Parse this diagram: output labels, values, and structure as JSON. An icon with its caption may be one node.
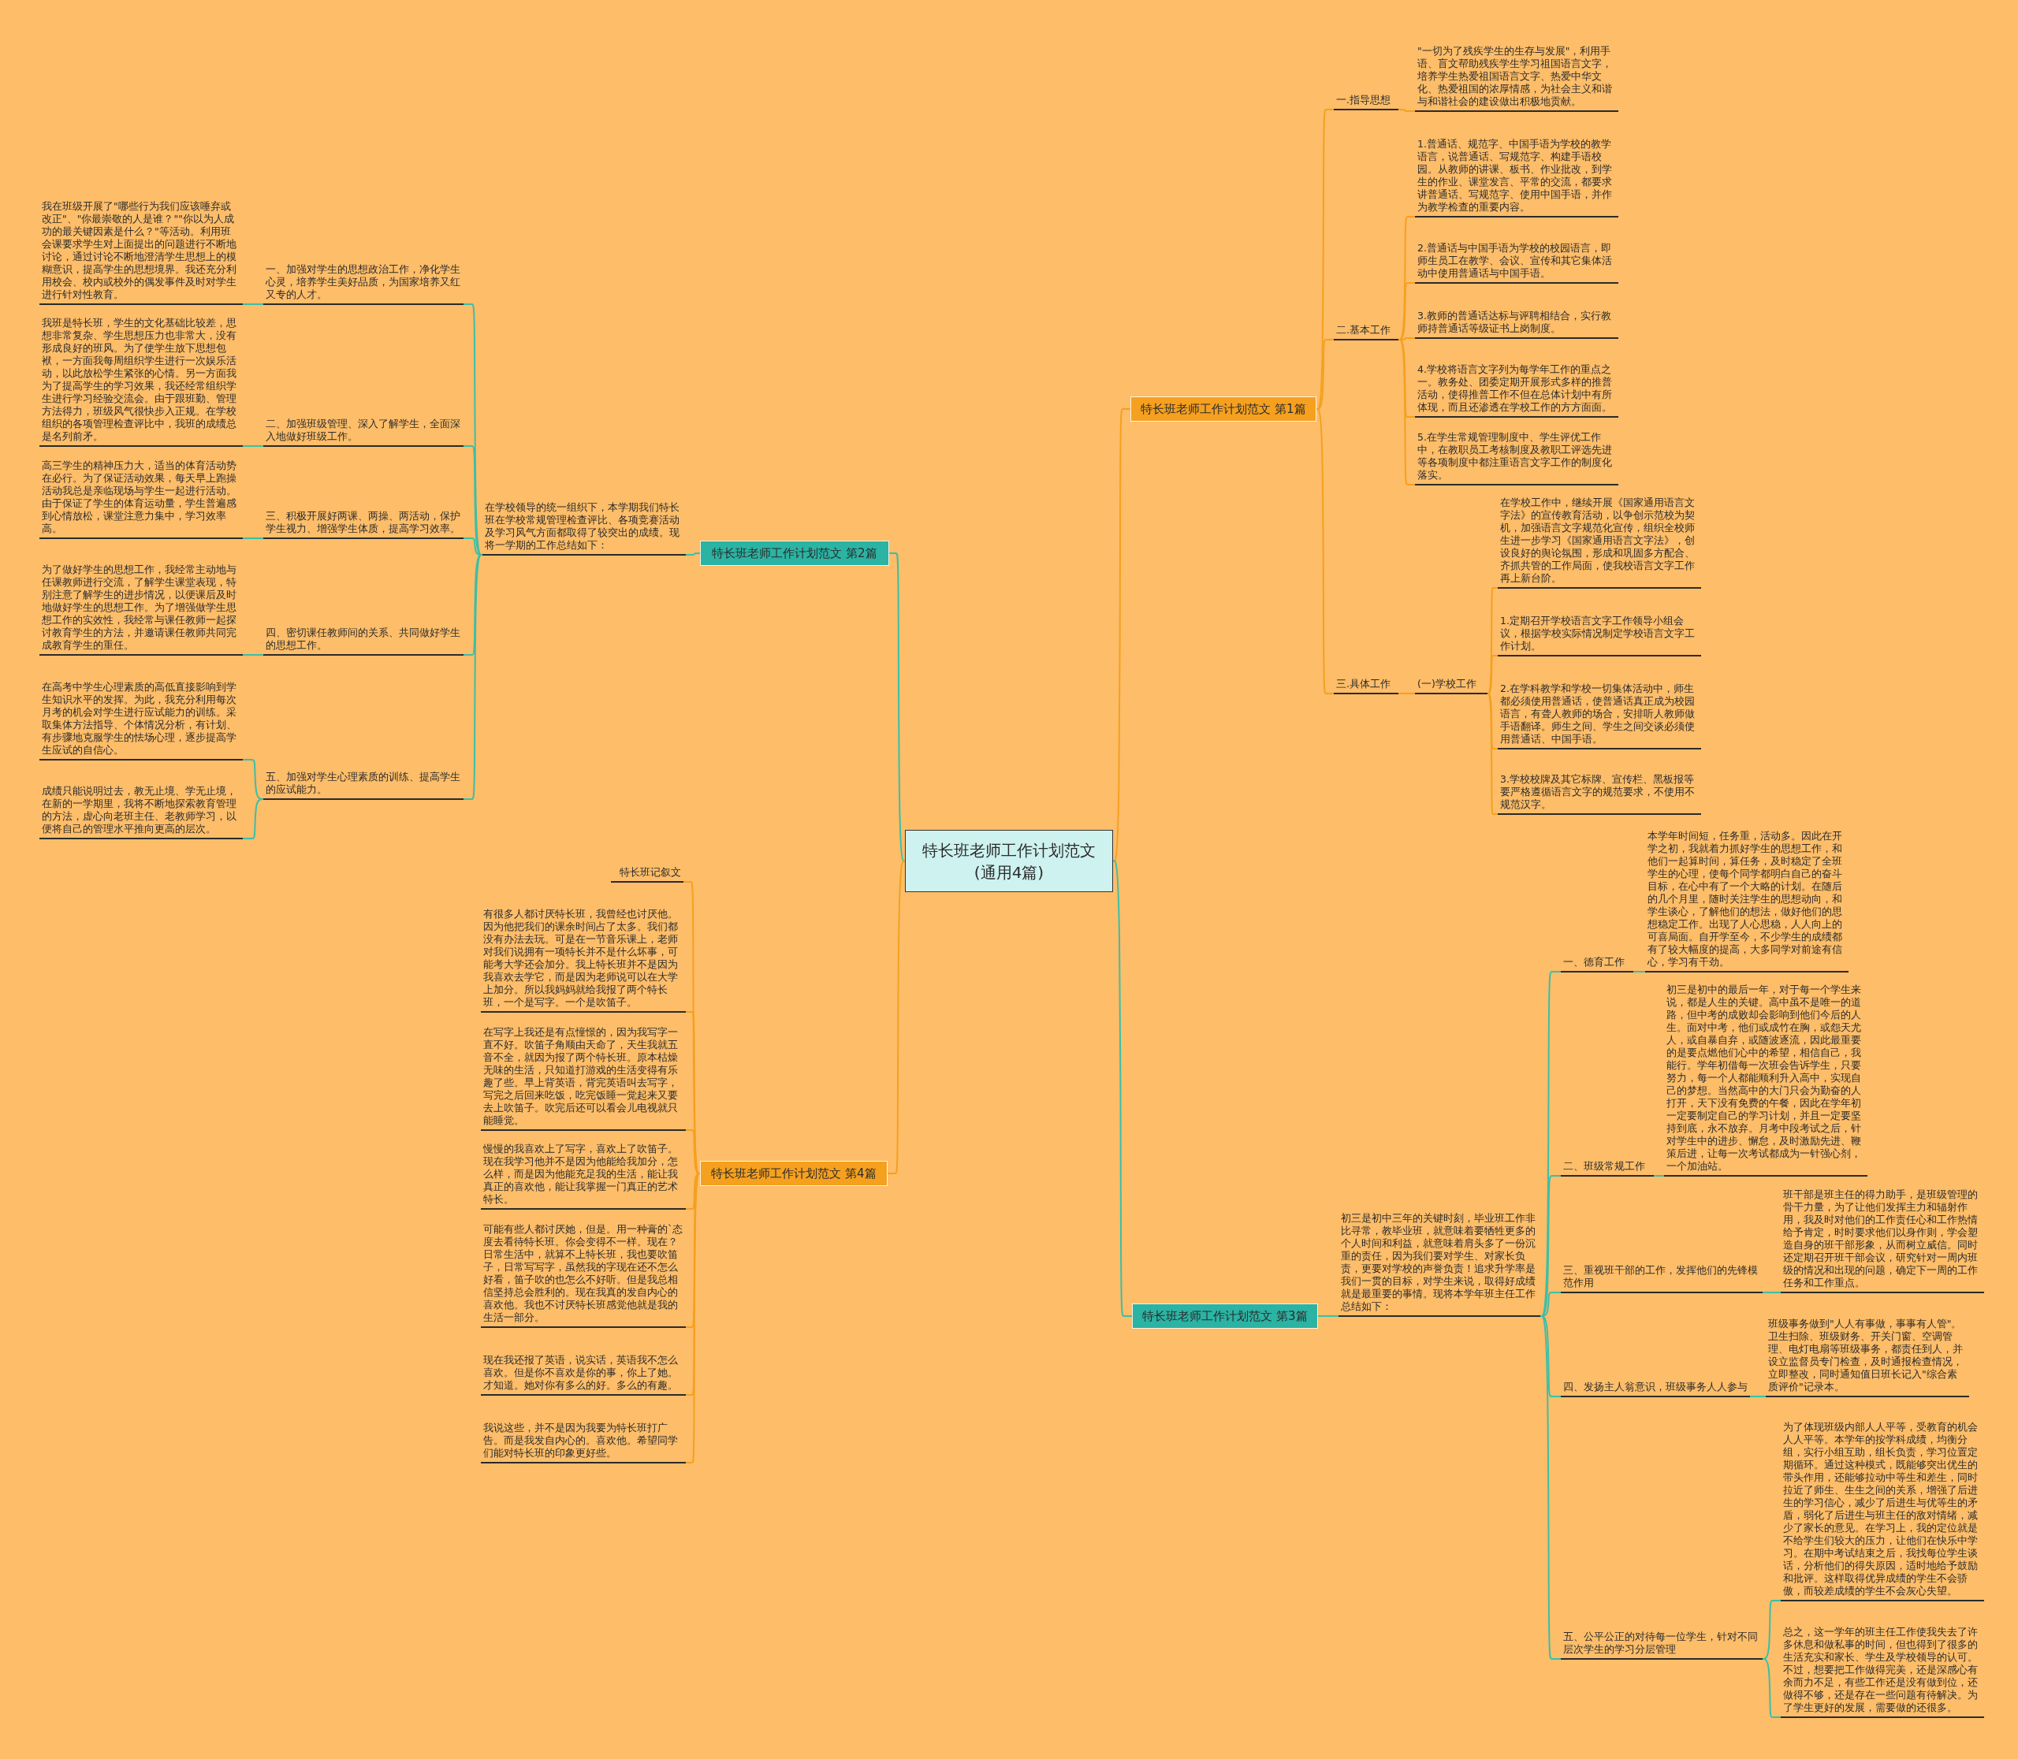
{
  "diagram": {
    "nodes": [
      {
        "text": [
          "特长班老师工作计划范文(通用4篇)"
        ]
      },
      {
        "text": [
          "特长班老师工作计划范文 第1篇"
        ]
      },
      {
        "text": [
          "一.指导思想"
        ]
      },
      {
        "text": [
          "\"一切为了残疾学生的生存与发展\"，利用手语、盲文帮助残疾学生学习祖国语言文字，培养学生热爱祖国语言文字、热爱中华文化、热爱祖国的浓厚情感，为社会主义和谐与和谐社会的建设做出积极地贡献。"
        ]
      },
      {
        "text": [
          "二.基本工作"
        ]
      },
      {
        "text": [
          "1.普通话、规范字、中国手语为学校的教学语言，说普通话、写规范字、构建手语校园。从教师的讲课、板书、作业批改，到学生的作业、课堂发言、平常的交流，都要求讲普通话、写规范字、使用中国手语，并作为教学检查的重要内容。"
        ]
      },
      {
        "text": [
          "2.普通话与中国手语为学校的校园语言，即师生员工在教学、会议、宣传和其它集体活动中使用普通话与中国手语。"
        ]
      },
      {
        "text": [
          "3.教师的普通话达标与评聘相结合，实行教师持普通话等级证书上岗制度。"
        ]
      },
      {
        "text": [
          "4.学校将语言文字列为每学年工作的重点之一。教务处、团委定期开展形式多样的推普活动，使得推普工作不但在总体计划中有所体现，而且还渗透在学校工作的方方面面。"
        ]
      },
      {
        "text": [
          "5.在学生常规管理制度中、学生评优工作中，在教职员工考核制度及教职工评选先进等各项制度中都注重语言文字工作的制度化落实。"
        ]
      },
      {
        "text": [
          "三.具体工作"
        ]
      },
      {
        "text": [
          "(一)学校工作"
        ]
      },
      {
        "text": [
          "在学校工作中，继续开展《国家通用语言文字法》的宣传教育活动，以争创示范校为契机，加强语言文字规范化宣传，组织全校师生进一步学习《国家通用语言文字法》，创设良好的舆论氛围，形成和巩固多方配合、齐抓共管的工作局面，使我校语言文字工作再上新台阶。"
        ]
      },
      {
        "text": [
          "1.定期召开学校语言文字工作领导小组会议，根据学校实际情况制定学校语言文字工作计划。"
        ]
      },
      {
        "text": [
          "2.在学科教学和学校一切集体活动中，师生都必须使用普通话，使普通话真正成为校园语言，有聋人教师的场合，安排听人教师做手语翻译。师生之间、学生之间交谈必须使用普通话、中国手语。"
        ]
      },
      {
        "text": [
          "3.学校校牌及其它标牌、宣传栏、黑板报等要严格遵循语言文字的规范要求，不使用不规范汉字。"
        ]
      },
      {
        "text": [
          "特长班老师工作计划范文 第2篇"
        ]
      },
      {
        "text": [
          "在学校领导的统一组织下，本学期我们特长班在学校常规管理检查评比、各项竞赛活动及学习风气方面都取得了较突出的成绩。现将一学期的工作总结如下："
        ]
      },
      {
        "text": [
          "一、加强对学生的思想政治工作，净化学生心灵，培养学生美好品质，为国家培养又红又专的人才。"
        ]
      },
      {
        "text": [
          "我在班级开展了\"哪些行为我们应该唾弃或改正\"、\"你最崇敬的人是谁？\"\"你以为人成功的最关键因素是什么？\"等活动。利用班会课要求学生对上面提出的问题进行不断地讨论，通过讨论不断地澄清学生思想上的模糊意识，提高学生的思想境界。我还充分利用校会、校内或校外的偶发事件及时对学生进行针对性教育。"
        ]
      },
      {
        "text": [
          "二、加强班级管理、深入了解学生，全面深入地做好班级工作。"
        ]
      },
      {
        "text": [
          "我班是特长班，学生的文化基础比较差，思想非常复杂、学生思想压力也非常大，没有形成良好的班风。为了使学生放下思想包袱，一方面我每周组织学生进行一次娱乐活动，以此放松学生紧张的心情。另一方面我为了提高学生的学习效果，我还经常组织学生进行学习经验交流会。由于跟班勤、管理方法得力，班级风气很快步入正规。在学校组织的各项管理检查评比中，我班的成绩总是名列前矛。"
        ]
      },
      {
        "text": [
          "三、积极开展好两课、两操、两活动，保护学生视力、增强学生体质，提高学习效率。"
        ]
      },
      {
        "text": [
          "高三学生的精神压力大，适当的体育活动势在必行。为了保证活动效果，每天早上跑操活动我总是亲临现场与学生一起进行活动。由于保证了学生的体育运动量，学生普遍感到心情放松，课堂注意力集中，学习效率高。"
        ]
      },
      {
        "text": [
          "四、密切课任教师间的关系、共同做好学生的思想工作。"
        ]
      },
      {
        "text": [
          "为了做好学生的思想工作，我经常主动地与任课教师进行交流，了解学生课堂表现，特别注意了解学生的进步情况，以便课后及时地做好学生的思想工作。为了增强做学生思想工作的实效性，我经常与课任教师一起探讨教育学生的方法，并邀请课任教师共同完成教育学生的重任。"
        ]
      },
      {
        "text": [
          "五、加强对学生心理素质的训练、提高学生的应试能力。"
        ]
      },
      {
        "text": [
          "在高考中学生心理素质的高低直接影响到学生知识水平的发挥。为此，我充分利用每次月考的机会对学生进行应试能力的训练。采取集体方法指导、个体情况分析，有计划、有步骤地克服学生的怯场心理，逐步提高学生应试的自信心。"
        ]
      },
      {
        "text": [
          "成绩只能说明过去，教无止境、学无止境，在新的一学期里，我将不断地探索教育管理的方法，虚心向老班主任、老教师学习，以便将自己的管理水平推向更高的层次。"
        ]
      },
      {
        "text": [
          "特长班老师工作计划范文 第4篇"
        ]
      },
      {
        "text": [
          "特长班记叙文"
        ]
      },
      {
        "text": [
          "有很多人都讨厌特长班，我曾经也讨厌他。因为他把我们的课余时间占了太多。我们都没有办法去玩。可是在一节音乐课上，老师对我们说拥有一项特长并不是什么坏事，可能考大学还会加分。我上特长班并不是因为我喜欢去学它，而是因为老师说可以在大学上加分。所以我妈妈就给我报了两个特长班，一个是写字。一个是吹笛子。"
        ]
      },
      {
        "text": [
          "在写字上我还是有点憧憬的，因为我写字一直不好。吹笛子角顺由天命了，天生我就五音不全，就因为报了两个特长班。原本枯燥无味的生活，只知道打游戏的生活变得有乐趣了些。早上背英语，背完英语叫去写字，写完之后回来吃饭，吃完饭睡一觉起来又要去上吹笛子。吹完后还可以看会儿电视就只能睡觉。"
        ]
      },
      {
        "text": [
          "慢慢的我喜欢上了写字，喜欢上了吹笛子。现在我学习他并不是因为他能给我加分，怎么样，而是因为他能充足我的生活，能让我真正的喜欢他，能让我掌握一门真正的艺术特长。"
        ]
      },
      {
        "text": [
          "可能有些人都讨厌她，但是。用一种膏的`态度去看待特长班。你会变得不一样。现在？日常生活中，就算不上特长班，我也要吹笛子，日常写写字，虽然我的字现在还不怎么好看，笛子吹的也怎么不好听。但是我总相信坚持总会胜利的。现在我真的发自内心的喜欢他。我也不讨厌特长班感觉他就是我的生活一部分。"
        ]
      },
      {
        "text": [
          "现在我还报了英语，说实话，英语我不怎么喜欢。但是你不喜欢是你的事，你上了她。才知道。她对你有多么的好。多么的有趣。"
        ]
      },
      {
        "text": [
          "我说这些，并不是因为我要为特长班打广告。而是我发自内心的。喜欢他。希望同学们能对特长班的印象更好些。"
        ]
      },
      {
        "text": [
          "特长班老师工作计划范文 第3篇"
        ]
      },
      {
        "text": [
          "初三是初中三年的关键时刻，毕业班工作非比寻常，教毕业班，就意味着要牺牲更多的个人时间和利益，就意味着肩头多了一份沉重的责任，因为我们要对学生、对家长负责，更要对学校的声誉负责！追求升学率是我们一贯的目标，对学生来说，取得好成绩就是最重要的事情。现将本学年班主任工作总结如下："
        ]
      },
      {
        "text": [
          "一、德育工作"
        ]
      },
      {
        "text": [
          "本学年时间短，任务重，活动多。因此在开学之初，我就着力抓好学生的思想工作，和他们一起算时间，算任务，及时稳定了全班学生的心理，使每个同学都明白自己的奋斗目标，在心中有了一个大略的计划。在随后的几个月里，随时关注学生的思想动向，和学生谈心，了解他们的想法，做好他们的思想稳定工作。出现了人心思稳，人人向上的可喜局面。自开学至今，不少学生的成绩都有了较大幅度的提高，大多同学对前途有信心，学习有干劲。"
        ]
      },
      {
        "text": [
          "二、班级常规工作"
        ]
      },
      {
        "text": [
          "初三是初中的最后一年，对于每一个学生来说，都是人生的关键。高中虽不是唯一的道路，但中考的成败却会影响到他们今后的人生。面对中考，他们或成竹在胸，或怨天尤人，或自暴自弃，或随波逐流，因此最重要的是要点燃他们心中的希望，相信自己，我能行。学年初借每一次班会告诉学生，只要努力，每一个人都能顺利升入高中，实现自己的梦想。当然高中的大门只会为勤奋的人打开，天下没有免费的午餐，因此在学年初一定要制定自己的学习计划，并且一定要坚持到底，永不放弃。月考中段考试之后，针对学生中的进步、懈怠，及时激励先进、鞭策后进，让每一次考试都成为一针强心剂，一个加油站。"
        ]
      },
      {
        "text": [
          "三、重视班干部的工作，发挥他们的先锋模范作用"
        ]
      },
      {
        "text": [
          "班干部是班主任的得力助手，是班级管理的骨干力量，为了让他们发挥主力和辐射作用，我及时对他们的工作责任心和工作热情给予肯定，时时要求他们以身作则，学会塑造自身的班干部形象，从而树立威信。同时还定期召开班干部会议，研究针对一周内班级的情况和出现的问题，确定下一周的工作任务和工作重点。"
        ]
      },
      {
        "text": [
          "四、发扬主人翁意识，班级事务人人参与"
        ]
      },
      {
        "text": [
          "班级事务做到\"人人有事做，事事有人管\"。卫生扫除、班级财务、开关门窗、空调管理、电灯电扇等班级事务，都责任到人，并设立监督员专门检查，及时通报检查情况，立即整改，同时通知值日班长记入\"综合素质评价\"记录本。"
        ]
      },
      {
        "text": [
          "五、公平公正的对待每一位学生，针对不同层次学生的学习分层管理"
        ]
      },
      {
        "text": [
          "为了体现班级内部人人平等，受教育的机会人人平等。本学年的按学科成绩，均衡分组，实行小组互助，组长负责，学习位置定期循环。通过这种模式，既能够突出优生的带头作用，还能够拉动中等生和差生，同时拉近了师生、生生之间的关系，增强了后进生的学习信心，减少了后进生与优等生的矛盾，弱化了后进生与班主任的敌对情绪，减少了家长的意见。在学习上，我的定位就是不给学生们较大的压力，让他们在快乐中学习。在期中考试结束之后，我找每位学生谈话，分析他们的得失原因，适时地给予鼓励和批评。这样取得优异成绩的学生不会骄傲，而较差成绩的学生不会灰心失望。"
        ]
      },
      {
        "text": [
          "总之，这一学年的班主任工作使我失去了许多休息和做私事的时间，但也得到了很多的生活充实和家长、学生及学校领导的认可。不过，想要把工作做得完美，还是深感心有余而力不足，有些工作还是没有做到位，还做得不够，还是存在一些问题有待解决。为了学生更好的发展，需要做的还很多。"
        ]
      }
    ],
    "edges": [
      {
        "from": 0,
        "to": 1,
        "arrow": "none",
        "color": "#f5a01f"
      },
      {
        "from": 1,
        "to": 2,
        "arrow": "none",
        "color": "#f5a01f"
      },
      {
        "from": 2,
        "to": 3,
        "arrow": "none",
        "color": "#f5a01f"
      },
      {
        "from": 1,
        "to": 4,
        "arrow": "none",
        "color": "#f5a01f"
      },
      {
        "from": 4,
        "to": 5,
        "arrow": "none",
        "color": "#f5a01f"
      },
      {
        "from": 4,
        "to": 6,
        "arrow": "none",
        "color": "#f5a01f"
      },
      {
        "from": 4,
        "to": 7,
        "arrow": "none",
        "color": "#f5a01f"
      },
      {
        "from": 4,
        "to": 8,
        "arrow": "none",
        "color": "#f5a01f"
      },
      {
        "from": 4,
        "to": 9,
        "arrow": "none",
        "color": "#f5a01f"
      },
      {
        "from": 1,
        "to": 10,
        "arrow": "none",
        "color": "#f5a01f"
      },
      {
        "from": 10,
        "to": 11,
        "arrow": "none",
        "color": "#f5a01f"
      },
      {
        "from": 11,
        "to": 12,
        "arrow": "none",
        "color": "#f5a01f"
      },
      {
        "from": 11,
        "to": 13,
        "arrow": "none",
        "color": "#f5a01f"
      },
      {
        "from": 11,
        "to": 14,
        "arrow": "none",
        "color": "#f5a01f"
      },
      {
        "from": 11,
        "to": 15,
        "arrow": "none",
        "color": "#f5a01f"
      },
      {
        "from": 0,
        "to": 16,
        "arrow": "none"
      },
      {
        "from": 16,
        "to": 17,
        "arrow": "none"
      },
      {
        "from": 17,
        "to": 18,
        "arrow": "none"
      },
      {
        "from": 18,
        "to": 19,
        "arrow": "none"
      },
      {
        "from": 17,
        "to": 20,
        "arrow": "none"
      },
      {
        "from": 20,
        "to": 21,
        "arrow": "none"
      },
      {
        "from": 17,
        "to": 22,
        "arrow": "none"
      },
      {
        "from": 22,
        "to": 23,
        "arrow": "none"
      },
      {
        "from": 17,
        "to": 24,
        "arrow": "none"
      },
      {
        "from": 24,
        "to": 25,
        "arrow": "none"
      },
      {
        "from": 17,
        "to": 26,
        "arrow": "none"
      },
      {
        "from": 26,
        "to": 27,
        "arrow": "none"
      },
      {
        "from": 26,
        "to": 28,
        "arrow": "none"
      },
      {
        "from": 0,
        "to": 29,
        "arrow": "none",
        "color": "#f5a01f"
      },
      {
        "from": 29,
        "to": 30,
        "arrow": "none",
        "color": "#f5a01f"
      },
      {
        "from": 29,
        "to": 31,
        "arrow": "none",
        "color": "#f5a01f"
      },
      {
        "from": 29,
        "to": 32,
        "arrow": "none",
        "color": "#f5a01f"
      },
      {
        "from": 29,
        "to": 33,
        "arrow": "none",
        "color": "#f5a01f"
      },
      {
        "from": 29,
        "to": 34,
        "arrow": "none",
        "color": "#f5a01f"
      },
      {
        "from": 29,
        "to": 35,
        "arrow": "none",
        "color": "#f5a01f"
      },
      {
        "from": 29,
        "to": 36,
        "arrow": "none",
        "color": "#f5a01f"
      },
      {
        "from": 0,
        "to": 37,
        "arrow": "none"
      },
      {
        "from": 37,
        "to": 38,
        "arrow": "none"
      },
      {
        "from": 38,
        "to": 39,
        "arrow": "none"
      },
      {
        "from": 39,
        "to": 40,
        "arrow": "none"
      },
      {
        "from": 38,
        "to": 41,
        "arrow": "none"
      },
      {
        "from": 41,
        "to": 42,
        "arrow": "none"
      },
      {
        "from": 38,
        "to": 43,
        "arrow": "none"
      },
      {
        "from": 43,
        "to": 44,
        "arrow": "none"
      },
      {
        "from": 38,
        "to": 45,
        "arrow": "none"
      },
      {
        "from": 45,
        "to": 46,
        "arrow": "none"
      },
      {
        "from": 38,
        "to": 47,
        "arrow": "none"
      },
      {
        "from": 47,
        "to": 48,
        "arrow": "none"
      },
      {
        "from": 47,
        "to": 49,
        "arrow": "none"
      }
    ]
  }
}
